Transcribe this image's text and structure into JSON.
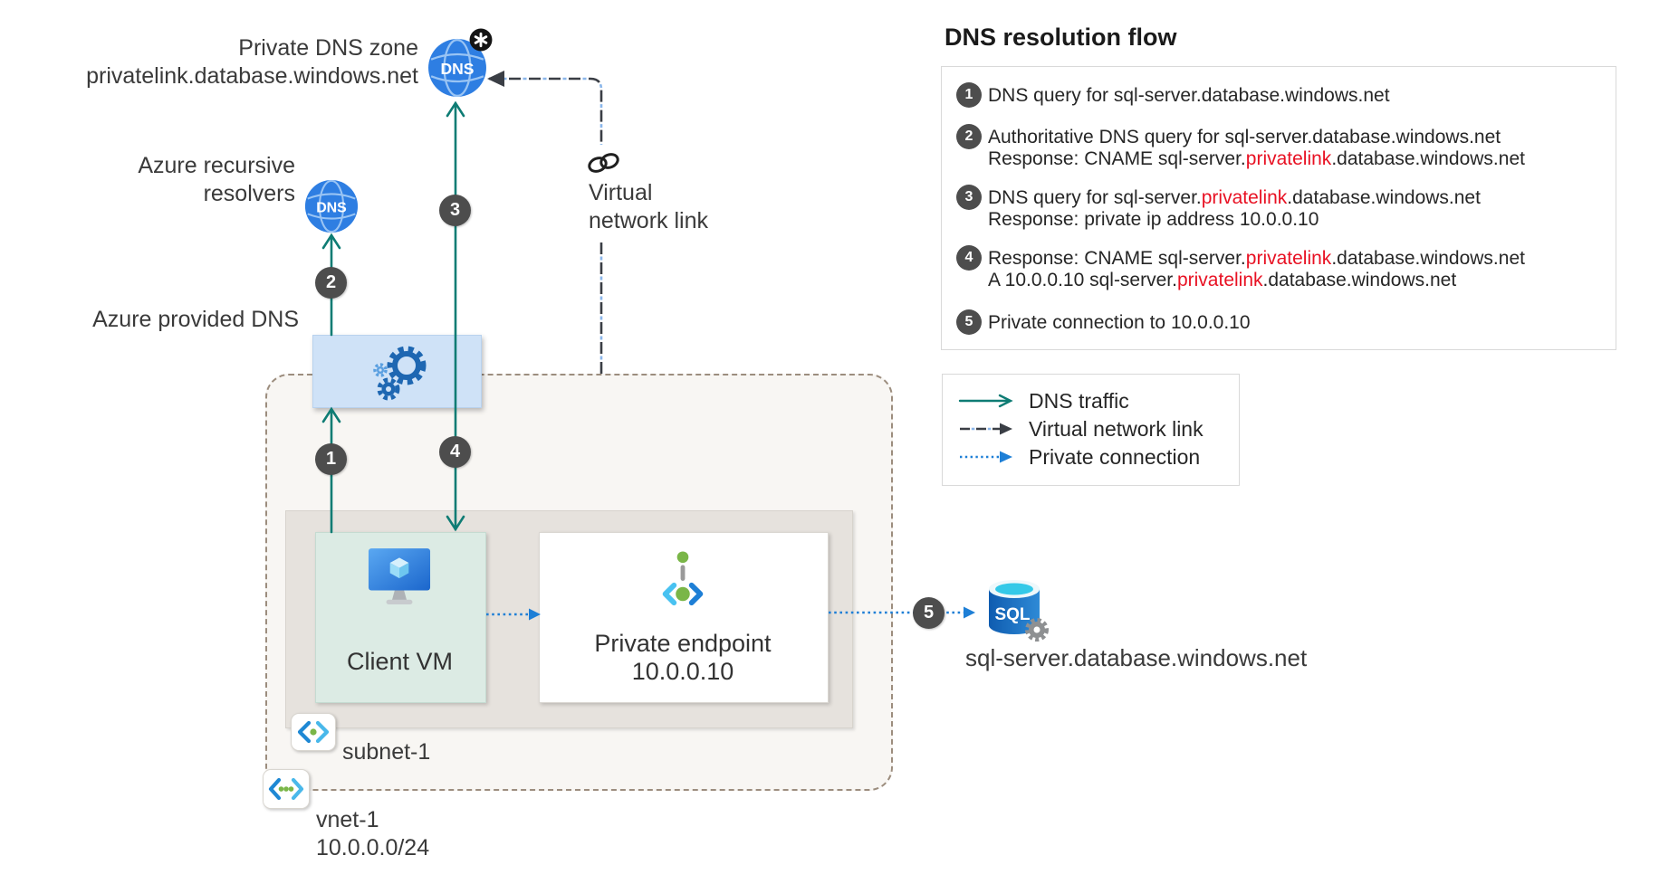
{
  "diagram": {
    "dns_icon_text": "DNS",
    "private_dns_zone": {
      "line1": "Private DNS zone",
      "line2": "privatelink.database.windows.net"
    },
    "recursive_resolvers": {
      "line1": "Azure recursive",
      "line2": "resolvers"
    },
    "azure_provided_dns": "Azure provided DNS",
    "virtual_network_link": {
      "line1": "Virtual",
      "line2": "network link"
    },
    "client_vm": "Client VM",
    "private_endpoint": {
      "line1": "Private endpoint",
      "line2": "10.0.0.10"
    },
    "subnet_label": "subnet-1",
    "vnet_label": {
      "line1": "vnet-1",
      "line2": "10.0.0.0/24"
    },
    "sql_label": "sql-server.database.windows.net",
    "sql_icon_text": "SQL",
    "markers": {
      "m1": "1",
      "m2": "2",
      "m3": "3",
      "m4": "4",
      "m5": "5"
    }
  },
  "flow_panel": {
    "title": "DNS resolution flow",
    "steps": [
      {
        "num": "1",
        "lines": [
          [
            {
              "text": "DNS query for sql-server.database.windows.net"
            }
          ]
        ]
      },
      {
        "num": "2",
        "lines": [
          [
            {
              "text": "Authoritative DNS query for sql-server.database.windows.net"
            }
          ],
          [
            {
              "text": "Response: CNAME sql-server."
            },
            {
              "text": "privatelink",
              "red": true
            },
            {
              "text": ".database.windows.net"
            }
          ]
        ]
      },
      {
        "num": "3",
        "lines": [
          [
            {
              "text": "DNS query for sql-server."
            },
            {
              "text": "privatelink",
              "red": true
            },
            {
              "text": ".database.windows.net"
            }
          ],
          [
            {
              "text": "Response: private ip address 10.0.0.10"
            }
          ]
        ]
      },
      {
        "num": "4",
        "lines": [
          [
            {
              "text": "Response: CNAME sql-server."
            },
            {
              "text": "privatelink",
              "red": true
            },
            {
              "text": ".database.windows.net"
            }
          ],
          [
            {
              "text": "A 10.0.0.10 sql-server."
            },
            {
              "text": "privatelink",
              "red": true
            },
            {
              "text": ".database.windows.net"
            }
          ]
        ]
      },
      {
        "num": "5",
        "lines": [
          [
            {
              "text": "Private connection to 10.0.0.10"
            }
          ]
        ]
      }
    ]
  },
  "legend": {
    "items": [
      {
        "key": "dns-traffic",
        "label": "DNS traffic"
      },
      {
        "key": "virtual-network-link",
        "label": "Virtual network link"
      },
      {
        "key": "private-connection",
        "label": "Private connection"
      }
    ]
  },
  "colors": {
    "dns_traffic": "#0e7c74",
    "virtual_network_link_dark": "#3a3e45",
    "virtual_network_link_blue": "#8ab6ea",
    "private_connection": "#1e7fd6",
    "privatelink_highlight": "#e81123",
    "step_badge": "#4d4d4d",
    "vnet_border": "#9c8d7e"
  }
}
